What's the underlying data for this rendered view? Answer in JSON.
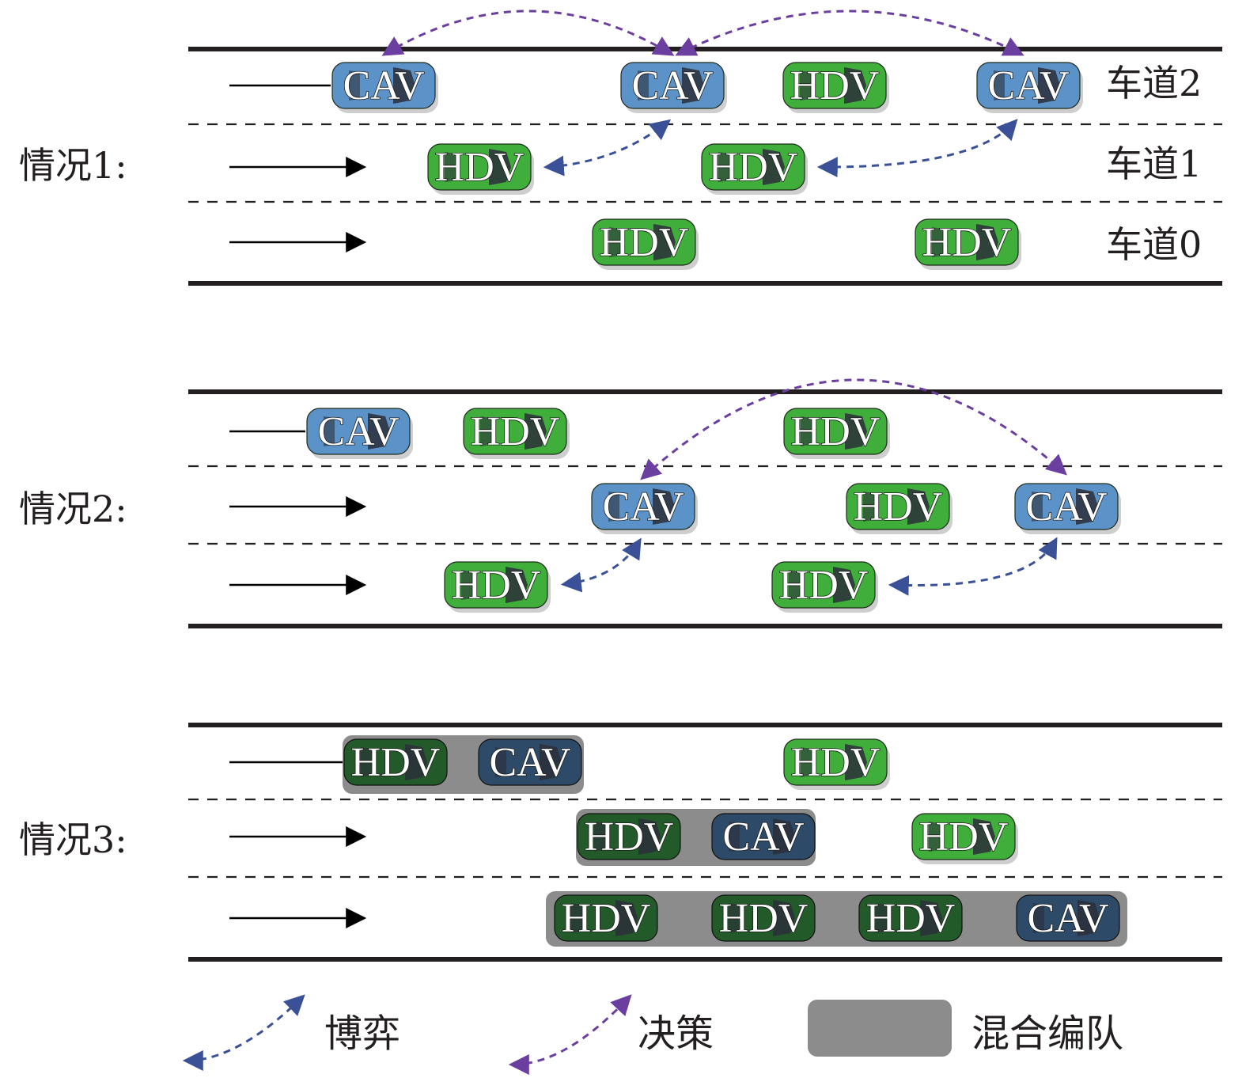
{
  "scenarios": [
    {
      "label": "情况1:",
      "lane_labels": [
        "车道2",
        "车道1",
        "车道0"
      ],
      "lanes": [
        [
          "CAV",
          "CAV",
          "HDV",
          "CAV"
        ],
        [
          "HDV",
          "HDV"
        ],
        [
          "HDV",
          "HDV"
        ]
      ],
      "platoons": []
    },
    {
      "label": "情况2:",
      "lane_labels": [],
      "lanes": [
        [
          "CAV",
          "HDV",
          "HDV"
        ],
        [
          "CAV",
          "HDV",
          "CAV"
        ],
        [
          "HDV",
          "HDV"
        ]
      ],
      "platoons": []
    },
    {
      "label": "情况3:",
      "lane_labels": [],
      "lanes": [
        [
          "HDV",
          "CAV",
          "HDV"
        ],
        [
          "HDV",
          "CAV",
          "HDV"
        ],
        [
          "HDV",
          "HDV",
          "HDV",
          "CAV"
        ]
      ],
      "platoons": [
        [
          "HDV",
          "CAV"
        ],
        [
          "HDV",
          "CAV"
        ],
        [
          "HDV",
          "HDV",
          "HDV",
          "CAV"
        ]
      ]
    }
  ],
  "legend": {
    "game_label": "博弈",
    "decision_label": "决策",
    "platoon_label": "混合编队"
  },
  "colors": {
    "cav": "#5b93c9",
    "hdv": "#3fae3a",
    "platoon_cav": "#2d4a68",
    "platoon_hdv": "#235a2a",
    "platoon_box": "#8c8c8c",
    "game_arrow": "#3a5198",
    "decision_arrow": "#6b3fa0",
    "road": "#231f20"
  }
}
